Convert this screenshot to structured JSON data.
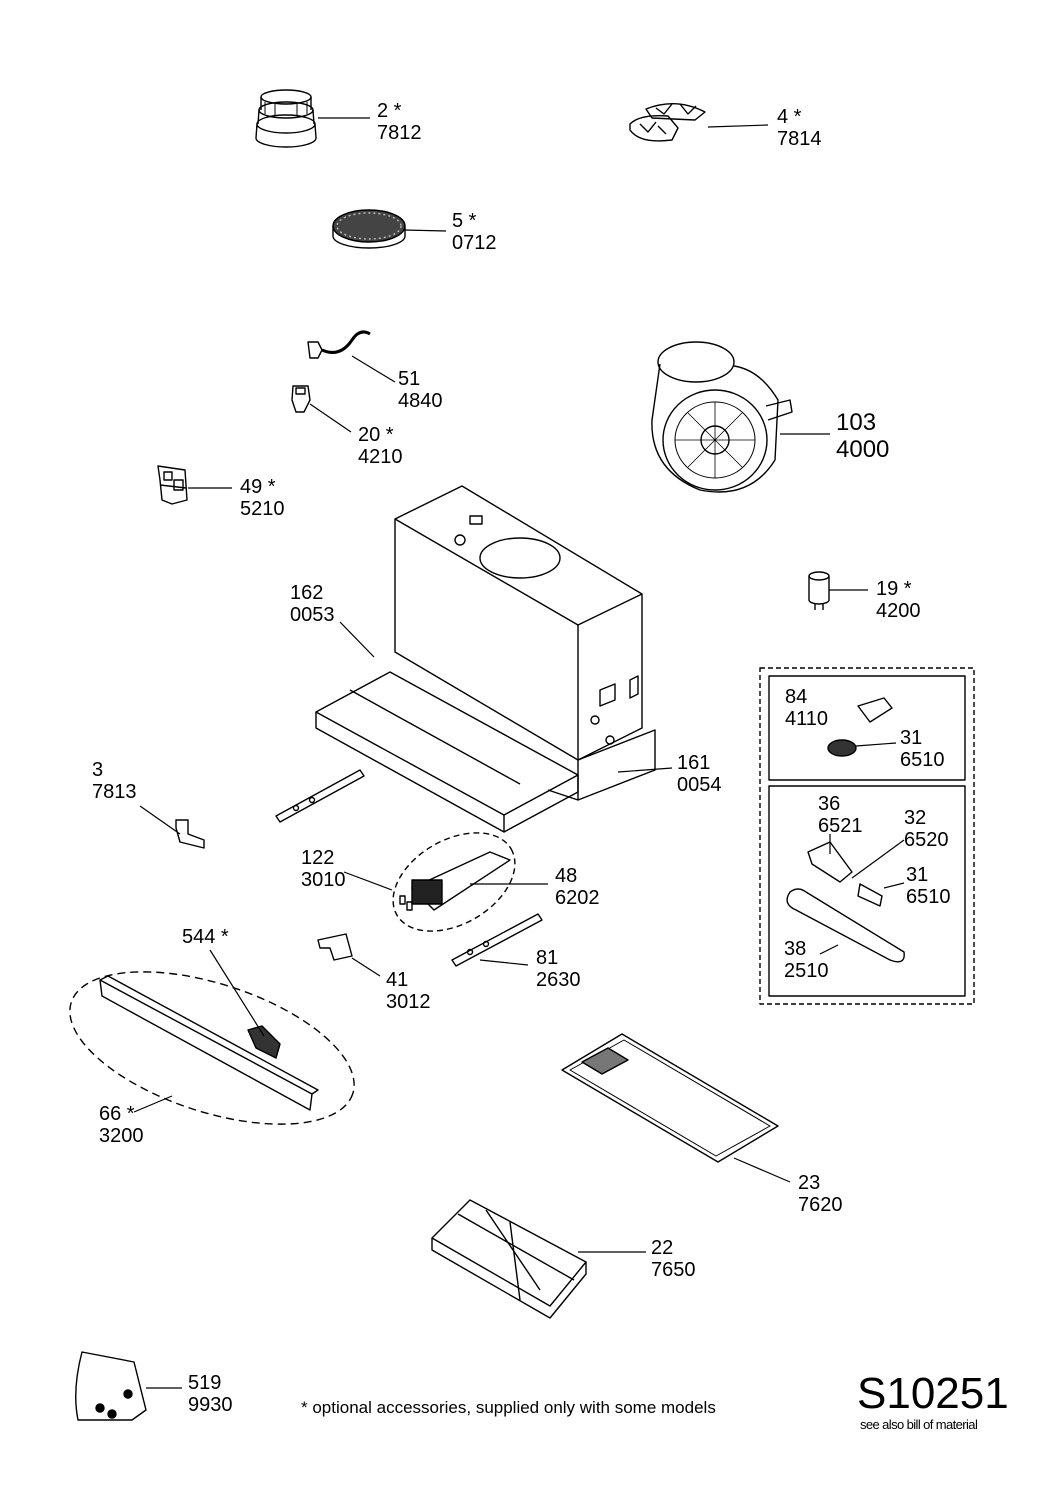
{
  "drawing_code": "S10251",
  "drawing_note": "see also bill of material",
  "footnote": "* optional accessories, supplied only with some models",
  "parts": [
    {
      "key": "p2",
      "position": "2 *",
      "code": "7812"
    },
    {
      "key": "p4",
      "position": "4 *",
      "code": "7814"
    },
    {
      "key": "p5",
      "position": "5 *",
      "code": "0712"
    },
    {
      "key": "p51",
      "position": "51",
      "code": "4840"
    },
    {
      "key": "p20",
      "position": "20 *",
      "code": "4210"
    },
    {
      "key": "p103",
      "position": "103",
      "code": "4000"
    },
    {
      "key": "p49",
      "position": "49 *",
      "code": "5210"
    },
    {
      "key": "p162",
      "position": "162",
      "code": "0053"
    },
    {
      "key": "p19",
      "position": "19 *",
      "code": "4200"
    },
    {
      "key": "p84",
      "position": "84",
      "code": "4110"
    },
    {
      "key": "p31a",
      "position": "31",
      "code": "6510"
    },
    {
      "key": "p161",
      "position": "161",
      "code": "0054"
    },
    {
      "key": "p3",
      "position": "3",
      "code": "7813"
    },
    {
      "key": "p36",
      "position": "36",
      "code": "6521"
    },
    {
      "key": "p32",
      "position": "32",
      "code": "6520"
    },
    {
      "key": "p122",
      "position": "122",
      "code": "3010"
    },
    {
      "key": "p48",
      "position": "48",
      "code": "6202"
    },
    {
      "key": "p31b",
      "position": "31",
      "code": "6510"
    },
    {
      "key": "p544",
      "position": "544 *",
      "code": ""
    },
    {
      "key": "p38",
      "position": "38",
      "code": "2510"
    },
    {
      "key": "p81",
      "position": "81",
      "code": "2630"
    },
    {
      "key": "p41",
      "position": "41",
      "code": "3012"
    },
    {
      "key": "p66",
      "position": "66 *",
      "code": "3200"
    },
    {
      "key": "p23",
      "position": "23",
      "code": "7620"
    },
    {
      "key": "p22",
      "position": "22",
      "code": "7650"
    },
    {
      "key": "p519",
      "position": "519",
      "code": "9930"
    }
  ]
}
